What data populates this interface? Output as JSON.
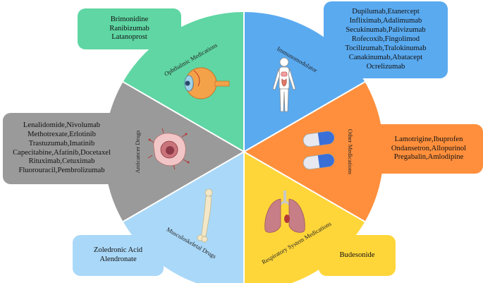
{
  "colors": {
    "immunomodulator": "#5aaaf0",
    "other_medications": "#ff8f3c",
    "respiratory": "#ffd63a",
    "musculoskeletal": "#aad8f8",
    "anticancer": "#9a9a9a",
    "ophthalmic": "#5fd6a3",
    "divider": "#ffffff"
  },
  "segments": [
    {
      "id": "immunomodulator",
      "label": "Immunomodulator",
      "icon": "human-body-icon"
    },
    {
      "id": "other_medications",
      "label": "Other Medications",
      "icon": "capsules-icon"
    },
    {
      "id": "respiratory",
      "label": "Respiratory System Medications",
      "icon": "lungs-icon"
    },
    {
      "id": "musculoskeletal",
      "label": "Musculoskeletal Drugs",
      "icon": "bone-icon"
    },
    {
      "id": "anticancer",
      "label": "Anticancer Drugs",
      "icon": "tumor-cell-icon"
    },
    {
      "id": "ophthalmic",
      "label": "Ophthalmic Medications",
      "icon": "eye-icon"
    }
  ],
  "boxes": {
    "ophthalmic": [
      "Brimonidine",
      "Ranibizumab",
      "Latanoprost"
    ],
    "immunomodulator": [
      "Dupilumab,Etanercept",
      "Infliximab,Adalimumab",
      "Secukinumab,Palivizumab",
      "Rofecoxib,Fingolimod",
      "Tocilizumab,Tralokinumab",
      "Canakinumab,Abatacept",
      "Ocrelizumab"
    ],
    "anticancer": [
      "Lenalidomide,Nivolumab",
      "Methotrexate,Erlotinib",
      "Trastuzumab,Imatinib",
      "Capecitabine,Afatinib,Docetaxel",
      "Rituximab,Cetuximab",
      "Fluorouracil,Pembrolizumab"
    ],
    "other_medications": [
      "Lamotrigine,Ibuprofen",
      "Ondansetron,Allopurinol",
      "Pregabalin,Amlodipine"
    ],
    "musculoskeletal": [
      "Zoledronic Acid",
      "Alendronate"
    ],
    "respiratory": [
      "Budesonide"
    ]
  }
}
